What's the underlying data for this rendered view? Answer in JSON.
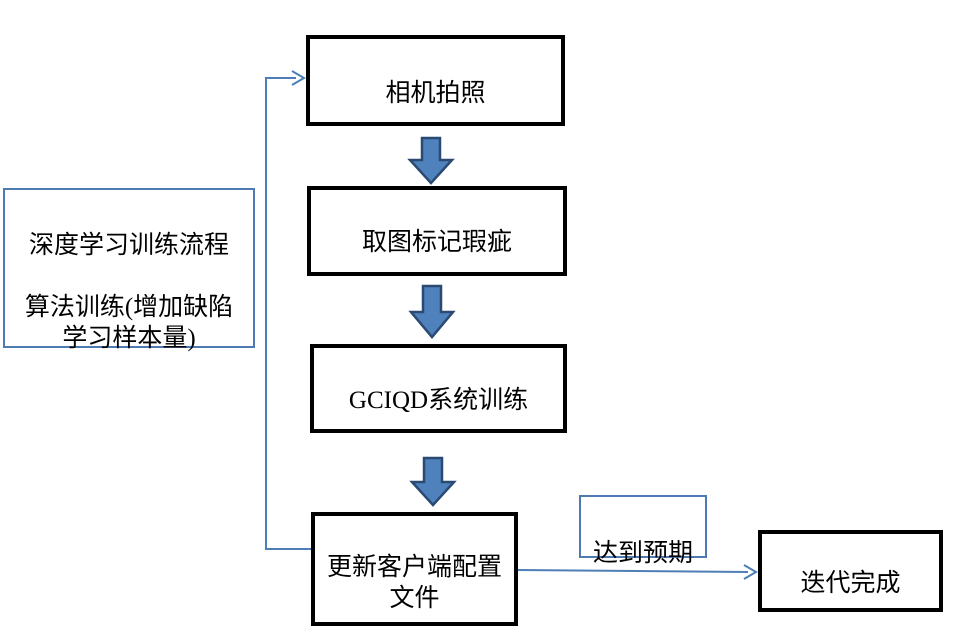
{
  "flowchart": {
    "side_note": {
      "text": "深度学习训练流程\n\n算法训练(增加缺陷\n学习样本量)"
    },
    "steps": [
      {
        "label": "相机拍照"
      },
      {
        "label": "取图标记瑕疵"
      },
      {
        "label": "GCIQD系统训练"
      },
      {
        "label": "更新客户端配置\n文件"
      }
    ],
    "branch_label": {
      "text": "达到预期"
    },
    "end_node": {
      "label": "迭代完成"
    },
    "colors": {
      "connector_blue": "#4d7eb5",
      "block_arrow_fill": "#4f81bd",
      "block_arrow_border": "#2a4a73",
      "blue_box_border": "#4d7ab2",
      "black_box_border": "#000000",
      "text": "#000000",
      "background": "#ffffff"
    }
  }
}
